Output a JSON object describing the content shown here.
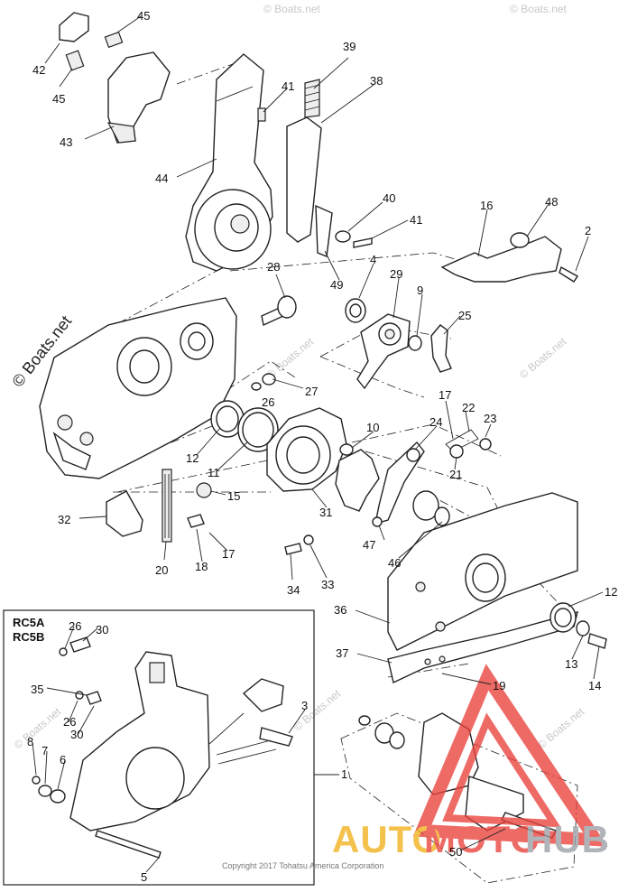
{
  "diagram": {
    "inset_labels": [
      "RC5A",
      "RC5B"
    ],
    "copyright": "Copyright 2017 Tohatsu America Corporation",
    "watermark_text": "© Boats.net",
    "brand": {
      "part1": "AUTO",
      "part2": "MOTO",
      "part3": "HUB",
      "color_part1": "#f2b21b",
      "color_part2": "#e8413b",
      "color_part3": "#9aa0a6",
      "triangle_color": "#e8413b"
    },
    "callouts": [
      {
        "id": "c45a",
        "text": "45"
      },
      {
        "id": "c42",
        "text": "42"
      },
      {
        "id": "c45b",
        "text": "45"
      },
      {
        "id": "c43",
        "text": "43"
      },
      {
        "id": "c44",
        "text": "44"
      },
      {
        "id": "c41a",
        "text": "41"
      },
      {
        "id": "c39",
        "text": "39"
      },
      {
        "id": "c38",
        "text": "38"
      },
      {
        "id": "c40",
        "text": "40"
      },
      {
        "id": "c41b",
        "text": "41"
      },
      {
        "id": "c16",
        "text": "16"
      },
      {
        "id": "c48",
        "text": "48"
      },
      {
        "id": "c2",
        "text": "2"
      },
      {
        "id": "c28",
        "text": "28"
      },
      {
        "id": "c49",
        "text": "49"
      },
      {
        "id": "c4",
        "text": "4"
      },
      {
        "id": "c29",
        "text": "29"
      },
      {
        "id": "c9",
        "text": "9"
      },
      {
        "id": "c25",
        "text": "25"
      },
      {
        "id": "c27",
        "text": "27"
      },
      {
        "id": "c26a",
        "text": "26"
      },
      {
        "id": "c17a",
        "text": "17"
      },
      {
        "id": "c22",
        "text": "22"
      },
      {
        "id": "c23",
        "text": "23"
      },
      {
        "id": "c24",
        "text": "24"
      },
      {
        "id": "c10",
        "text": "10"
      },
      {
        "id": "c12a",
        "text": "12"
      },
      {
        "id": "c11",
        "text": "11"
      },
      {
        "id": "c21",
        "text": "21"
      },
      {
        "id": "c15",
        "text": "15"
      },
      {
        "id": "c31",
        "text": "31"
      },
      {
        "id": "c32",
        "text": "32"
      },
      {
        "id": "c20",
        "text": "20"
      },
      {
        "id": "c18",
        "text": "18"
      },
      {
        "id": "c17b",
        "text": "17"
      },
      {
        "id": "c47",
        "text": "47"
      },
      {
        "id": "c46",
        "text": "46"
      },
      {
        "id": "c34",
        "text": "34"
      },
      {
        "id": "c33",
        "text": "33"
      },
      {
        "id": "c36",
        "text": "36"
      },
      {
        "id": "c12b",
        "text": "12"
      },
      {
        "id": "c37",
        "text": "37"
      },
      {
        "id": "c13",
        "text": "13"
      },
      {
        "id": "c14",
        "text": "14"
      },
      {
        "id": "c19",
        "text": "19"
      },
      {
        "id": "c26b",
        "text": "26"
      },
      {
        "id": "c30a",
        "text": "30"
      },
      {
        "id": "c35",
        "text": "35"
      },
      {
        "id": "c26c",
        "text": "26"
      },
      {
        "id": "c30b",
        "text": "30"
      },
      {
        "id": "c3",
        "text": "3"
      },
      {
        "id": "c8",
        "text": "8"
      },
      {
        "id": "c7",
        "text": "7"
      },
      {
        "id": "c6",
        "text": "6"
      },
      {
        "id": "c1",
        "text": "1"
      },
      {
        "id": "c5",
        "text": "5"
      },
      {
        "id": "c50",
        "text": "50"
      }
    ]
  }
}
